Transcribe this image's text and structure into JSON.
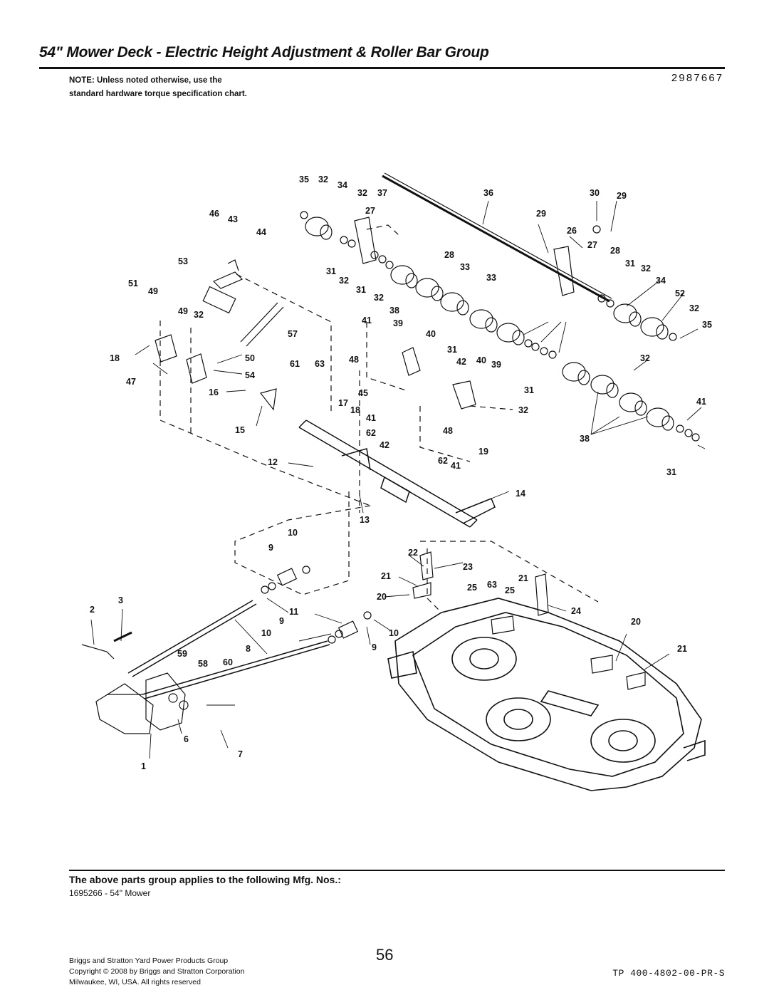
{
  "header": {
    "title": "54\" Mower Deck - Electric Height Adjustment & Roller Bar Group",
    "part_number": "2987667",
    "note": "NOTE: Unless noted otherwise, use the standard hardware torque specification chart."
  },
  "diagram": {
    "callouts": [
      "35",
      "32",
      "34",
      "32",
      "37",
      "36",
      "30",
      "29",
      "27",
      "29",
      "46",
      "43",
      "44",
      "26",
      "27",
      "28",
      "28",
      "53",
      "31",
      "32",
      "33",
      "31",
      "32",
      "33",
      "51",
      "49",
      "31",
      "34",
      "32",
      "52",
      "49",
      "32",
      "38",
      "41",
      "39",
      "32",
      "40",
      "35",
      "57",
      "31",
      "18",
      "50",
      "48",
      "42",
      "40",
      "39",
      "32",
      "61",
      "63",
      "47",
      "54",
      "31",
      "16",
      "45",
      "17",
      "18",
      "41",
      "32",
      "41",
      "15",
      "62",
      "48",
      "38",
      "42",
      "19",
      "12",
      "62",
      "41",
      "31",
      "14",
      "13",
      "10",
      "9",
      "22",
      "23",
      "21",
      "21",
      "25",
      "63",
      "25",
      "20",
      "3",
      "2",
      "11",
      "24",
      "9",
      "20",
      "10",
      "10",
      "9",
      "8",
      "21",
      "59",
      "58",
      "60",
      "6",
      "7",
      "1"
    ]
  },
  "applies": {
    "title": "The above parts group applies to the following Mfg. Nos.:",
    "item": "1695266 - 54\" Mower"
  },
  "footer": {
    "line1": "Briggs and Stratton Yard Power Products Group",
    "line2": "Copyright ©  2008 by Briggs and Stratton Corporation",
    "line3": "Milwaukee, WI, USA. All rights reserved",
    "page": "56",
    "doc_code": "TP 400-4802-00-PR-S"
  }
}
